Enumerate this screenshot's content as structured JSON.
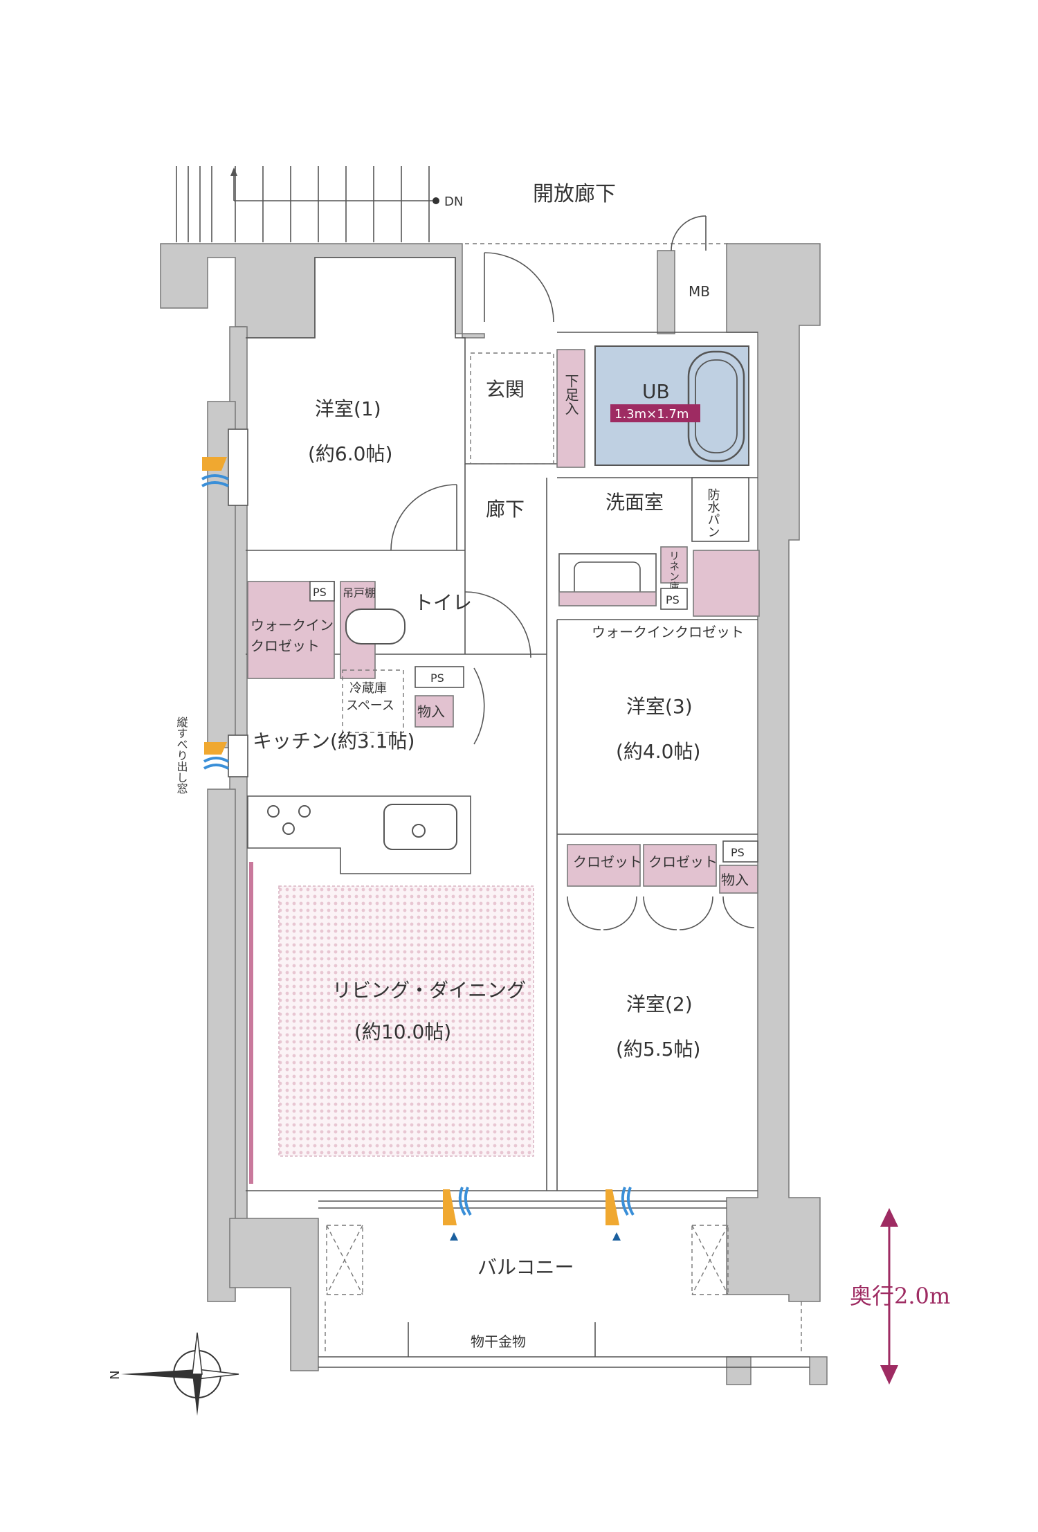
{
  "colors": {
    "wall": "#c9c9c9",
    "closet_pink": "#e2c2d0",
    "ub_blue": "#bfd0e2",
    "accent_magenta": "#9e2b62",
    "ldk_pattern": "#e8c6d2",
    "vent_orange": "#f0a830",
    "vent_blue": "#3a8fd8"
  },
  "labels": {
    "corridor_open": "開放廊下",
    "dn": "DN",
    "mb": "MB",
    "genkan": "玄関",
    "geta": "下足入",
    "ub": "UB",
    "ub_size": "1.3m×1.7m",
    "room1_name": "洋室(1)",
    "room1_size": "(約6.0帖)",
    "roka": "廊下",
    "senmen": "洗面室",
    "bosui": "防水パン",
    "linen": "リネン庫",
    "ps": "PS",
    "toilet": "トイレ",
    "tsuridana": "吊戸棚",
    "wic_west": "ウォークイン\nクロゼット",
    "wic_east": "ウォークインクロゼット",
    "fridge": "冷蔵庫\nスペース",
    "monoire": "物入",
    "kitchen": "キッチン(約3.1帖)",
    "tate_window": "縦すべり出し窓",
    "room3_name": "洋室(3)",
    "room3_size": "(約4.0帖)",
    "closet": "クロゼット",
    "living_name": "リビング・ダイニング",
    "living_size": "(約10.0帖)",
    "room2_name": "洋室(2)",
    "room2_size": "(約5.5帖)",
    "balcony": "バルコニー",
    "monohoshi": "物干金物",
    "depth": "奥行2.0m",
    "north": "N"
  }
}
